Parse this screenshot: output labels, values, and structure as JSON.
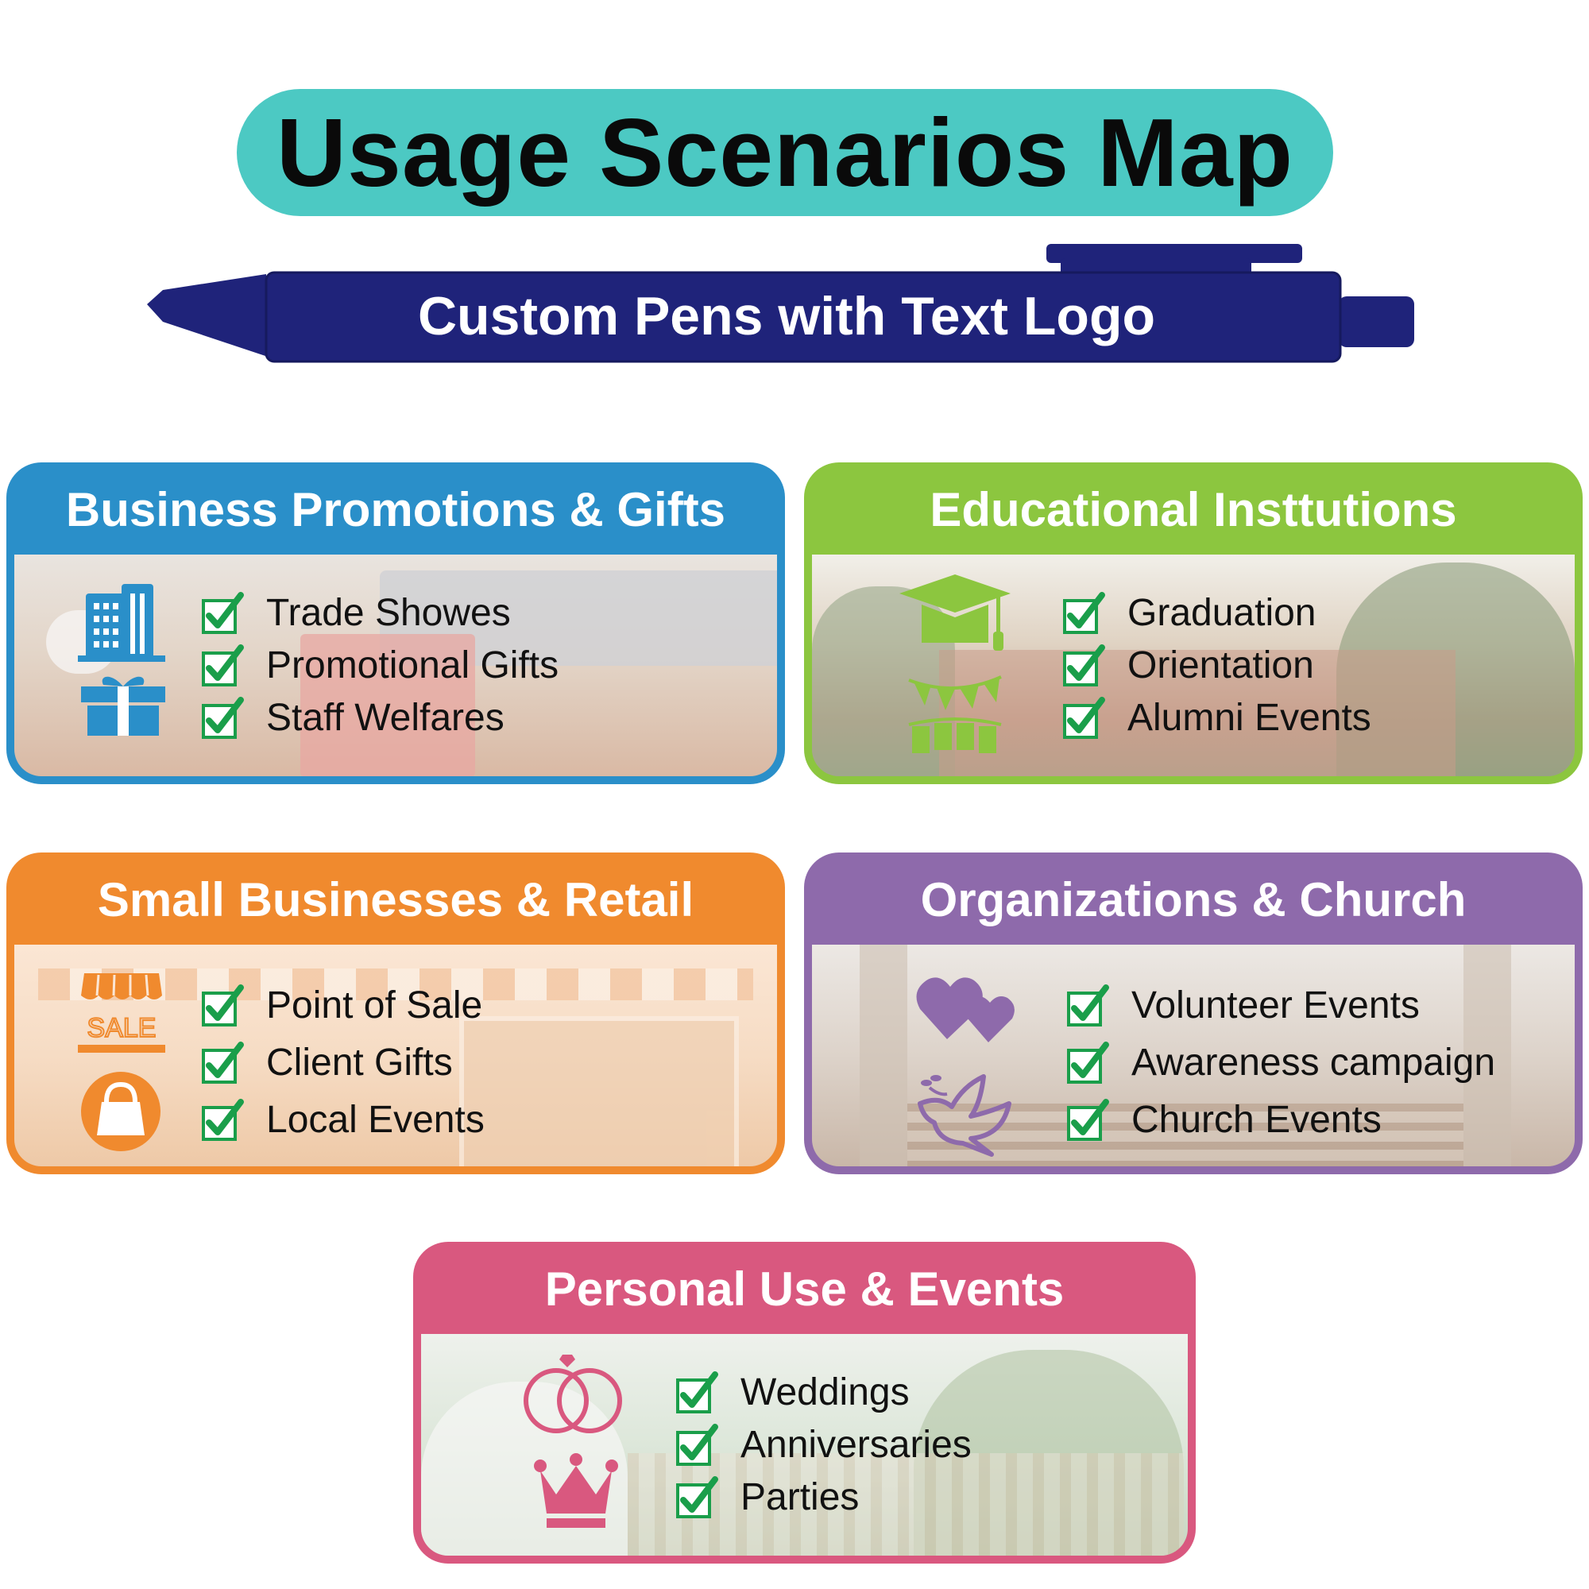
{
  "title": "Usage Scenarios Map",
  "pen_label": "Custom Pens with Text Logo",
  "colors": {
    "title_pill": "#4cc9c3",
    "pen": "#1f237a",
    "check_green": "#1a9e4a",
    "business": "#2a8fc9",
    "education": "#8cc63f",
    "retail": "#f08a2e",
    "church": "#8e6aab",
    "personal": "#d9587f"
  },
  "cards": [
    {
      "title": "Business Promotions & Gifts",
      "icons": [
        "office-building-icon",
        "gift-box-icon"
      ],
      "items": [
        "Trade Showes",
        "Promotional Gifts",
        "Staff Welfares"
      ]
    },
    {
      "title": "Educational Insttutions",
      "icons": [
        "graduation-cap-icon",
        "bunting-flags-icon"
      ],
      "items": [
        "Graduation",
        "Orientation",
        "Alumni Events"
      ]
    },
    {
      "title": "Small Businesses & Retail",
      "icons": [
        "sale-storefront-icon",
        "shopping-bag-icon"
      ],
      "items": [
        "Point of Sale",
        "Client Gifts",
        "Local Events"
      ],
      "sale_sign": "SALE"
    },
    {
      "title": "Organizations & Church",
      "icons": [
        "hearts-icon",
        "dove-icon"
      ],
      "items": [
        "Volunteer Events",
        "Awareness campaign",
        "Church Events"
      ]
    },
    {
      "title": "Personal Use & Events",
      "icons": [
        "wedding-rings-icon",
        "crown-icon"
      ],
      "items": [
        "Weddings",
        "Anniversaries",
        "Parties"
      ]
    }
  ]
}
